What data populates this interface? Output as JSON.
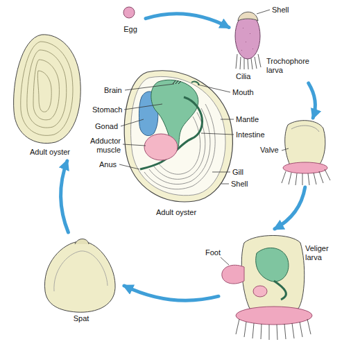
{
  "diagram": {
    "nodes": [
      {
        "text": [
          "Egg"
        ]
      },
      {
        "text": [
          "Trochophore larva"
        ]
      },
      {
        "text": [
          "Valve"
        ]
      },
      {
        "text": [
          "Veliger larva"
        ]
      },
      {
        "text": [
          "Spat"
        ]
      },
      {
        "text": [
          "Adult oyster"
        ]
      }
    ],
    "edges": [
      {
        "from": 0,
        "to": 1,
        "arrow": "to"
      },
      {
        "from": 1,
        "to": 2,
        "arrow": "to"
      },
      {
        "from": 2,
        "to": 3,
        "arrow": "to"
      },
      {
        "from": 3,
        "to": 4,
        "arrow": "to"
      },
      {
        "from": 4,
        "to": 5,
        "arrow": "to"
      }
    ],
    "labels": [
      "Shell",
      "Cilia",
      "Foot",
      "Brain",
      "Stomach",
      "Gonad",
      "Adductor muscle",
      "Anus",
      "Mouth",
      "Mantle",
      "Intestine",
      "Gill",
      "Shell",
      "Adult oyster"
    ]
  }
}
